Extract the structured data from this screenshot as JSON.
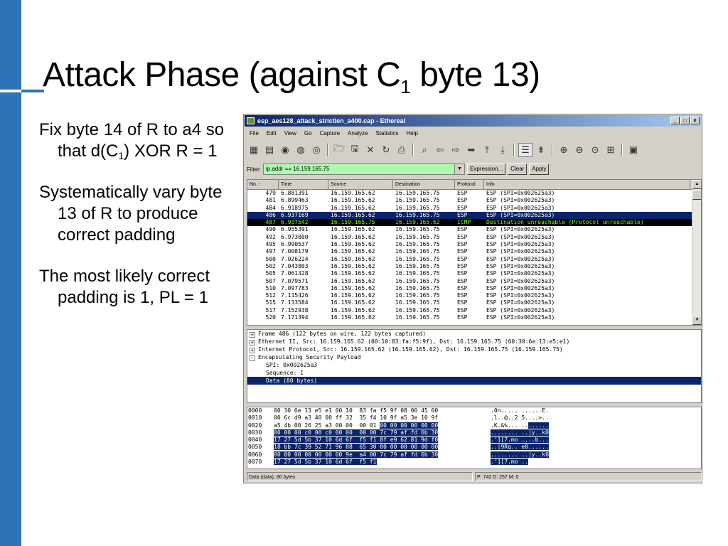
{
  "slide": {
    "title_main": "Attack Phase (against C",
    "title_sub": "1",
    "title_end": " byte 13)",
    "bullets": [
      {
        "pre": "Fix byte 14 of R to a4 so that d(C",
        "sub": "1",
        "post": ") XOR R = 1"
      },
      {
        "pre": "Systematically vary byte 13 of R to produce correct padding",
        "sub": "",
        "post": ""
      },
      {
        "pre": "The most likely correct padding is 1, PL = 1",
        "sub": "",
        "post": ""
      }
    ]
  },
  "window": {
    "title": "esp_aes128_attack_strictlen_a400.cap - Ethereal",
    "controls": {
      "minimize": "_",
      "maximize": "□",
      "close": "×"
    },
    "menu": [
      "File",
      "Edit",
      "View",
      "Go",
      "Capture",
      "Analyze",
      "Statistics",
      "Help"
    ],
    "toolbar_icons": [
      "interface-list-icon",
      "capture-options-icon",
      "start-capture-icon",
      "stop-capture-icon",
      "restart-capture-icon",
      "|",
      "open-file-icon",
      "save-file-icon",
      "close-file-icon",
      "reload-icon",
      "print-icon",
      "|",
      "find-packet-icon",
      "go-back-icon",
      "go-forward-icon",
      "go-to-packet-icon",
      "go-first-icon",
      "go-last-icon",
      "|",
      "colorize-icon",
      "auto-scroll-icon",
      "|",
      "zoom-in-icon",
      "zoom-out-icon",
      "zoom-normal-icon",
      "resize-columns-icon",
      "|",
      "capture-filters-icon"
    ],
    "filter": {
      "label": "Filter:",
      "value": "ip.addr == 16.159.165.75",
      "expression_label": "Expression...",
      "clear_label": "Clear",
      "apply_label": "Apply"
    },
    "packet_columns": [
      "No. -",
      "Time",
      "Source",
      "Destination",
      "Protocol",
      "Info"
    ],
    "packets": [
      {
        "no": "479",
        "time": "6.881391",
        "src": "16.159.165.62",
        "dst": "16.159.165.75",
        "proto": "ESP",
        "info": "ESP (SPI=0x002625a3)",
        "style": ""
      },
      {
        "no": "481",
        "time": "6.899463",
        "src": "16.159.165.62",
        "dst": "16.159.165.75",
        "proto": "ESP",
        "info": "ESP (SPI=0x002625a3)",
        "style": ""
      },
      {
        "no": "484",
        "time": "6.918975",
        "src": "16.159.165.62",
        "dst": "16.159.165.75",
        "proto": "ESP",
        "info": "ESP (SPI=0x002625a3)",
        "style": ""
      },
      {
        "no": "486",
        "time": "6.937169",
        "src": "16.159.165.62",
        "dst": "16.159.165.75",
        "proto": "ESP",
        "info": "ESP (SPI=0x002625a3)",
        "style": "selected"
      },
      {
        "no": "487",
        "time": "6.937542",
        "src": "16.159.165.75",
        "dst": "16.159.165.62",
        "proto": "ICMP",
        "info": "Destination unreachable (Protocol unreachable)",
        "style": "icmp"
      },
      {
        "no": "490",
        "time": "6.955391",
        "src": "16.159.165.62",
        "dst": "16.159.165.75",
        "proto": "ESP",
        "info": "ESP (SPI=0x002625a3)",
        "style": ""
      },
      {
        "no": "492",
        "time": "6.973000",
        "src": "16.159.165.62",
        "dst": "16.159.165.75",
        "proto": "ESP",
        "info": "ESP (SPI=0x002625a3)",
        "style": ""
      },
      {
        "no": "495",
        "time": "6.990537",
        "src": "16.159.165.62",
        "dst": "16.159.165.75",
        "proto": "ESP",
        "info": "ESP (SPI=0x002625a3)",
        "style": ""
      },
      {
        "no": "497",
        "time": "7.008179",
        "src": "16.159.165.62",
        "dst": "16.159.165.75",
        "proto": "ESP",
        "info": "ESP (SPI=0x002625a3)",
        "style": ""
      },
      {
        "no": "500",
        "time": "7.026224",
        "src": "16.159.165.62",
        "dst": "16.159.165.75",
        "proto": "ESP",
        "info": "ESP (SPI=0x002625a3)",
        "style": ""
      },
      {
        "no": "502",
        "time": "7.043803",
        "src": "16.159.165.62",
        "dst": "16.159.165.75",
        "proto": "ESP",
        "info": "ESP (SPI=0x002625a3)",
        "style": ""
      },
      {
        "no": "505",
        "time": "7.061328",
        "src": "16.159.165.62",
        "dst": "16.159.165.75",
        "proto": "ESP",
        "info": "ESP (SPI=0x002625a3)",
        "style": ""
      },
      {
        "no": "507",
        "time": "7.079571",
        "src": "16.159.165.62",
        "dst": "16.159.165.75",
        "proto": "ESP",
        "info": "ESP (SPI=0x002625a3)",
        "style": ""
      },
      {
        "no": "510",
        "time": "7.097783",
        "src": "16.159.165.62",
        "dst": "16.159.165.75",
        "proto": "ESP",
        "info": "ESP (SPI=0x002625a3)",
        "style": ""
      },
      {
        "no": "512",
        "time": "7.115426",
        "src": "16.159.165.62",
        "dst": "16.159.165.75",
        "proto": "ESP",
        "info": "ESP (SPI=0x002625a3)",
        "style": ""
      },
      {
        "no": "515",
        "time": "7.133584",
        "src": "16.159.165.62",
        "dst": "16.159.165.75",
        "proto": "ESP",
        "info": "ESP (SPI=0x002625a3)",
        "style": ""
      },
      {
        "no": "517",
        "time": "7.152938",
        "src": "16.159.165.62",
        "dst": "16.159.165.75",
        "proto": "ESP",
        "info": "ESP (SPI=0x002625a3)",
        "style": ""
      },
      {
        "no": "520",
        "time": "7.171394",
        "src": "16.159.165.62",
        "dst": "16.159.165.75",
        "proto": "ESP",
        "info": "ESP (SPI=0x002625a3)",
        "style": ""
      }
    ],
    "detail_tree": [
      {
        "text": "Frame 486 (122 bytes on wire, 122 bytes captured)",
        "expander": "+",
        "level": 0,
        "style": ""
      },
      {
        "text": "Ethernet II, Src: 16.159.165.62 (00:10:83:fa:f5:9f), Dst: 16.159.165.75 (00:30:6e:13:e5:e1)",
        "expander": "+",
        "level": 0,
        "style": ""
      },
      {
        "text": "Internet Protocol, Src: 16.159.165.62 (16.159.165.62), Dst: 16.159.165.75 (16.159.165.75)",
        "expander": "+",
        "level": 0,
        "style": ""
      },
      {
        "text": "Encapsulating Security Payload",
        "expander": "-",
        "level": 0,
        "style": ""
      },
      {
        "text": "SPI: 0x002625a3",
        "expander": "",
        "level": 1,
        "style": ""
      },
      {
        "text": "Sequence: 1",
        "expander": "",
        "level": 1,
        "style": ""
      },
      {
        "text": "Data (80 bytes)",
        "expander": "",
        "level": 1,
        "style": "selected"
      }
    ],
    "hex_rows": [
      {
        "off": "0000",
        "plain": "00 30 6e 13 e5 e1 00 10  83 fa f5 9f 08 00 45 00",
        "hl": "",
        "ascii_plain": ".0n..... ......E.",
        "ascii_hl": ""
      },
      {
        "off": "0010",
        "plain": "00 6c d9 a3 40 00 ff 32  35 f4 10 9f a5 3e 10 9f",
        "hl": "",
        "ascii_plain": ".l..@..2 5....>..",
        "ascii_hl": ""
      },
      {
        "off": "0020",
        "plain": "a5 4b 00 26 25 a3 00 00  00 01 ",
        "hl": "00 00 00 00 00 00",
        "ascii_plain": ".K.&%... ..",
        "ascii_hl": "......"
      },
      {
        "off": "0030",
        "plain": "",
        "hl": "00 00 00 c0 00 c0 00 00  00 00 7c 79 af fd 6b 30",
        "ascii_plain": "",
        "ascii_hl": "........ ..|y..k0"
      },
      {
        "off": "0040",
        "plain": "",
        "hl": "17 27 5d 5b 37 10 6d 6f  f5 f1 8f e9 62 81 9d f0",
        "ascii_plain": "",
        "ascii_hl": ".'][7.mo ....b..."
      },
      {
        "off": "0050",
        "plain": "",
        "hl": "18 bb 7c 39 52 71 96 08  65 30 00 00 00 00 00 00",
        "ascii_plain": "",
        "ascii_hl": "..|9Rq.. e0......"
      },
      {
        "off": "0060",
        "plain": "",
        "hl": "00 00 00 00 00 00 00 9e  a4 00 7c 79 af fd 6b 30",
        "ascii_plain": "",
        "ascii_hl": "........ ..|y..k0"
      },
      {
        "off": "0070",
        "plain": "",
        "hl": "17 27 5d 5b 37 10 6d 6f  f5 f1",
        "ascii_plain": "",
        "ascii_hl": ".'][7.mo .."
      }
    ],
    "status": {
      "left": "Data (data), 80 bytes",
      "right": "P: 742 D: 257 M: 0"
    }
  }
}
